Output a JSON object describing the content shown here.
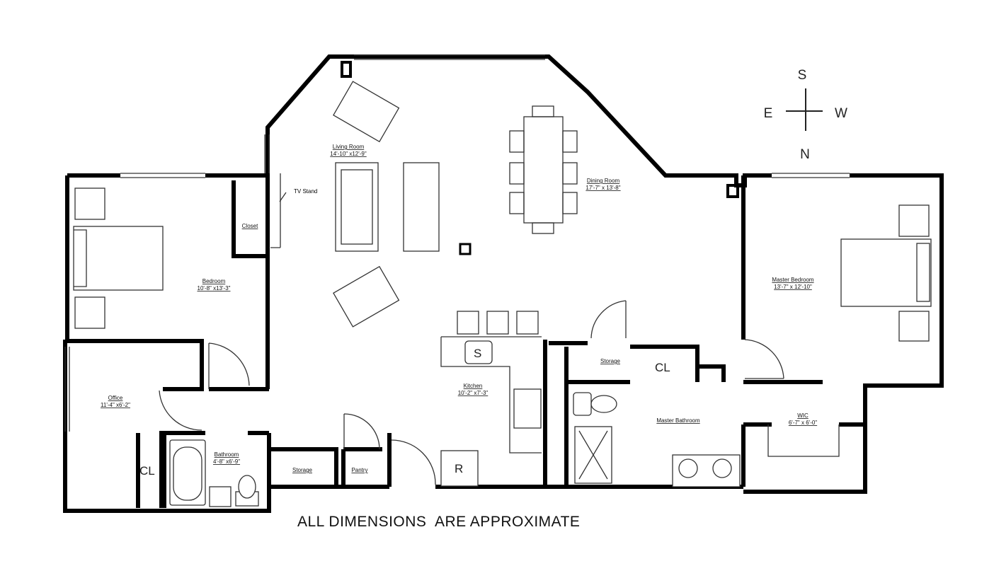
{
  "rooms": {
    "living": {
      "name": "Living Room",
      "dims": "14'-10\" x12'-9\""
    },
    "dining": {
      "name": "Dining Room",
      "dims": "17'-7\" x 13'-8\""
    },
    "bedroom": {
      "name": "Bedroom",
      "dims": "10'-8\" x13'-3\""
    },
    "office": {
      "name": "Office",
      "dims": "11'-4\" x6'-2\""
    },
    "bathroom": {
      "name": "Bathroom",
      "dims": "4'-8\" x6'-9\""
    },
    "kitchen": {
      "name": "Kitchen",
      "dims": "10'-2\" x7'-3\""
    },
    "master_bedroom": {
      "name": "Master Bedroom",
      "dims": "13'-7\" x 12'-10\""
    },
    "master_bathroom": {
      "name": "Master Bathroom"
    },
    "wic": {
      "name": "WIC",
      "dims": "6'-7\" x 6'-0\""
    },
    "closet": {
      "name": "Closet"
    },
    "storage_left": {
      "name": "Storage"
    },
    "storage_right": {
      "name": "Storage"
    },
    "pantry": {
      "name": "Pantry"
    }
  },
  "labels": {
    "tv_stand": "TV Stand",
    "cl_office": "CL",
    "cl_master": "CL",
    "sink": "S",
    "refrigerator": "R"
  },
  "compass": {
    "top": "S",
    "left": "E",
    "right": "W",
    "bottom": "N"
  },
  "footer_note": "ALL DIMENSIONS  ARE APPROXIMATE"
}
